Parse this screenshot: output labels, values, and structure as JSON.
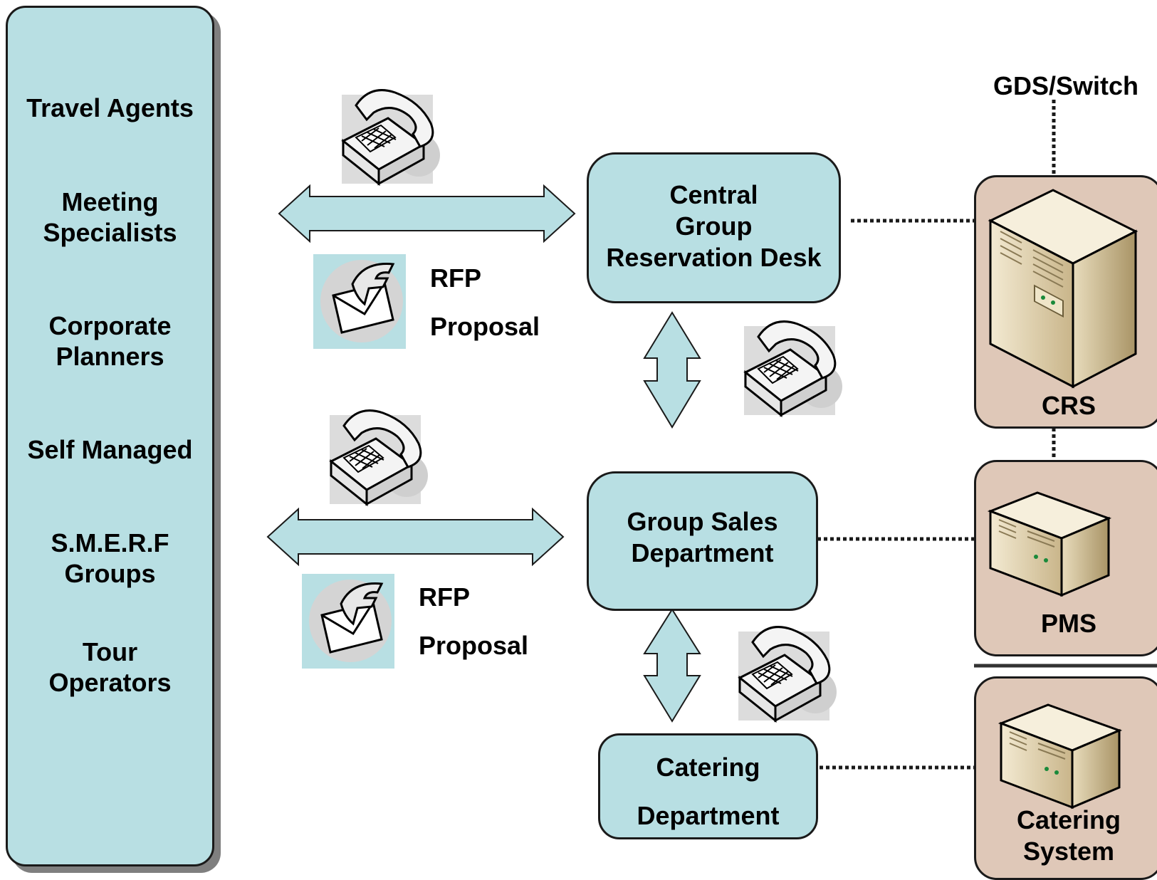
{
  "sources": {
    "travel_agents": "Travel Agents",
    "meeting_1": "Meeting",
    "meeting_2": "Specialists",
    "corporate_1": "Corporate",
    "corporate_2": "Planners",
    "self_managed": "Self Managed",
    "smerf_1": "S.M.E.R.F",
    "smerf_2": "Groups",
    "tour_1": "Tour",
    "tour_2": "Operators"
  },
  "departments": {
    "central_1": "Central",
    "central_2": "Group",
    "central_3": "Reservation Desk",
    "group_sales_1": "Group Sales",
    "group_sales_2": "Department",
    "catering_1": "Catering",
    "catering_2": "Department"
  },
  "channels": {
    "rfp_top": "RFP",
    "proposal_top": "Proposal",
    "rfp_bottom": "RFP",
    "proposal_bottom": "Proposal"
  },
  "systems": {
    "gds": "GDS/Switch",
    "crs": "CRS",
    "pms": "PMS",
    "catering_1": "Catering",
    "catering_2": "System"
  },
  "colors": {
    "panel_fill": "#b8dfe3",
    "system_fill": "#dfc8b8",
    "outline": "#1a1a1a"
  },
  "icons": [
    "telephone-icon",
    "email-envelope-icon",
    "server-icon"
  ]
}
